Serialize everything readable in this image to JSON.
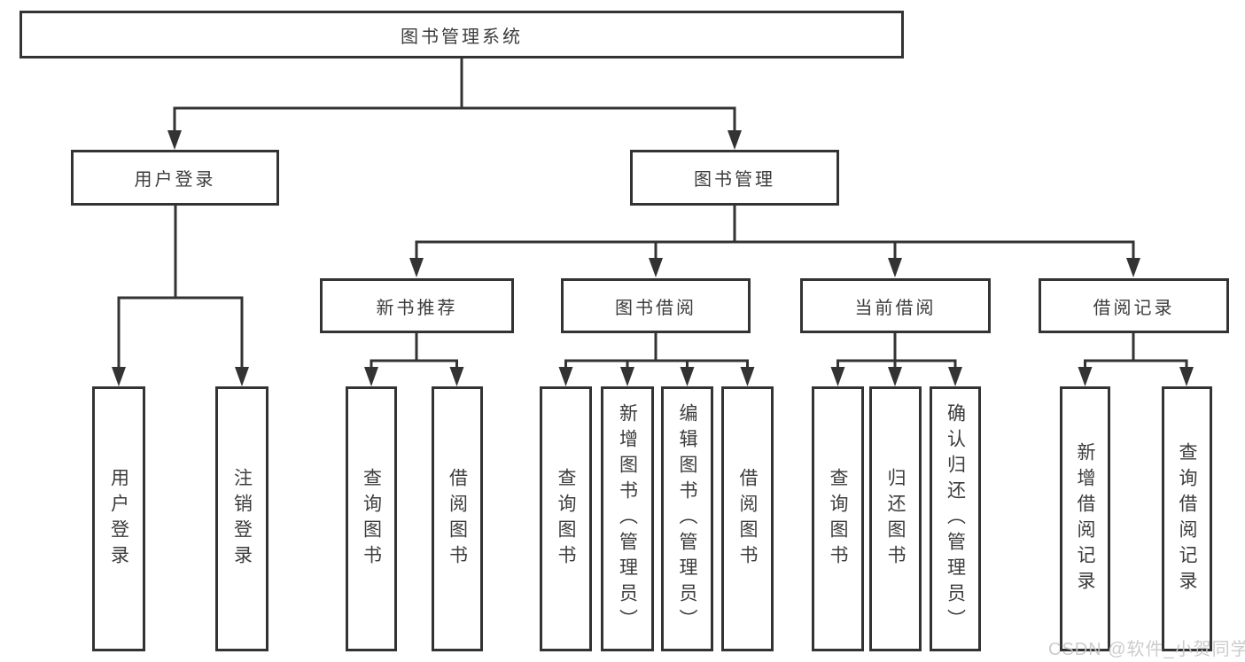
{
  "colors": {
    "line": "#333333",
    "text": "#3c3c3c",
    "watermark": "#c7c7c7",
    "background": "#ffffff"
  },
  "tree": {
    "root": "图书管理系统",
    "level2": [
      {
        "label": "用户登录",
        "children": [
          "用户登录",
          "注销登录"
        ]
      },
      {
        "label": "图书管理",
        "groups": [
          {
            "label": "新书推荐",
            "children": [
              "查询图书",
              "借阅图书"
            ]
          },
          {
            "label": "图书借阅",
            "children": [
              "查询图书",
              "新增图书（管理员）",
              "编辑图书（管理员）",
              "借阅图书"
            ]
          },
          {
            "label": "当前借阅",
            "children": [
              "查询图书",
              "归还图书",
              "确认归还（管理员）"
            ]
          },
          {
            "label": "借阅记录",
            "children": [
              "新增借阅记录",
              "查询借阅记录"
            ]
          }
        ]
      }
    ]
  },
  "watermark": "CSDN @软件_小贺同学"
}
